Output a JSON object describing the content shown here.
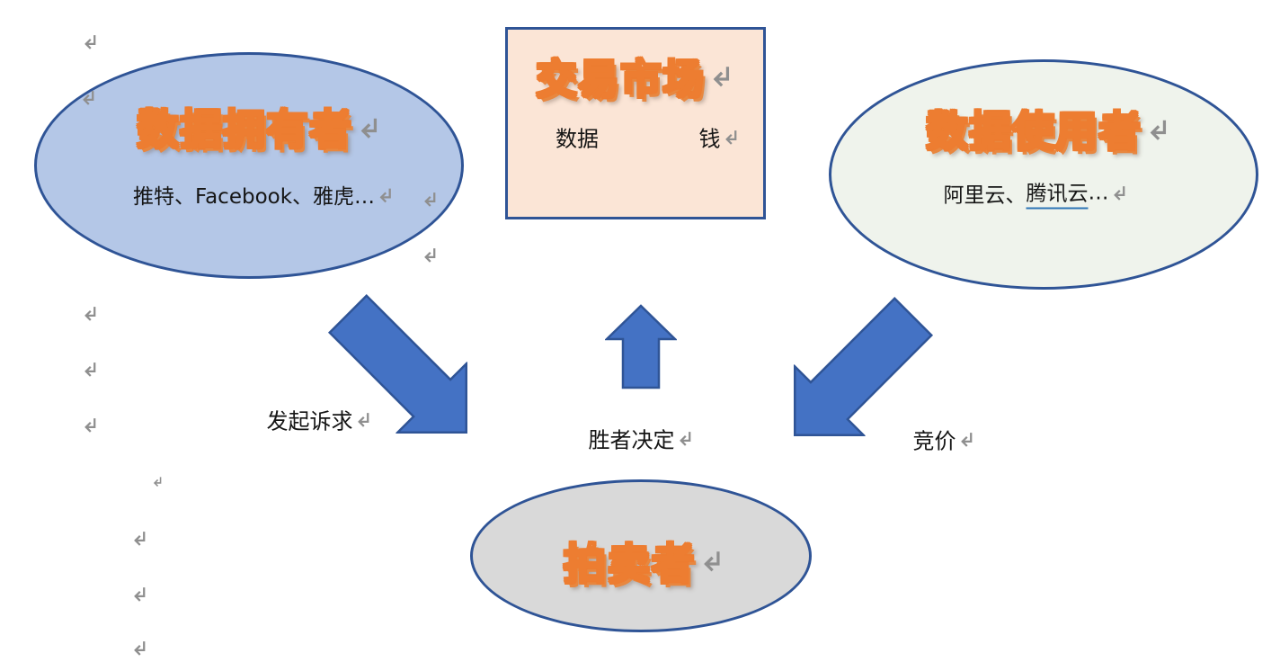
{
  "diagram": {
    "market": {
      "title": "交易市场",
      "data_label": "数据",
      "money_label": "钱"
    },
    "owner": {
      "title": "数据拥有者",
      "subtitle": "推特、Facebook、雅虎…"
    },
    "user": {
      "title": "数据使用者",
      "subtitle_prefix": "阿里云、",
      "subtitle_underlined": "腾讯云",
      "subtitle_suffix": "…"
    },
    "auctioneer": {
      "title": "拍卖者"
    },
    "arrow_labels": {
      "owner_to_auctioneer": "发起诉求",
      "auctioneer_to_market": "胜者决定",
      "user_to_auctioneer": "竞价"
    }
  },
  "colors": {
    "wordart_orange": "#ED7D31",
    "arrow_blue": "#4472C4",
    "shape_border_blue": "#2F5496",
    "owner_fill": "#B4C7E7",
    "market_fill": "#FBE5D6",
    "user_fill": "#EFF3EC",
    "auctioneer_fill": "#D9D9D9",
    "spellcheck_underline_blue": "#2E75B6",
    "format_mark_gray": "#8F8F8F"
  },
  "icons": {
    "line_break_mark": "↵"
  }
}
